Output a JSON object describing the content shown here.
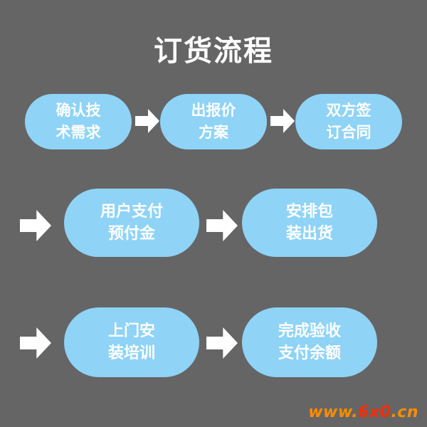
{
  "title": "订货流程",
  "steps": [
    {
      "line1": "确认技",
      "line2": "术需求"
    },
    {
      "line1": "出报价",
      "line2": "方案"
    },
    {
      "line1": "双方签",
      "line2": "订合同"
    },
    {
      "line1": "用户支付",
      "line2": "预付金"
    },
    {
      "line1": "安排包",
      "line2": "装出货"
    },
    {
      "line1": "上门安",
      "line2": "装培训"
    },
    {
      "line1": "完成验收",
      "line2": "支付余额"
    }
  ],
  "watermark": {
    "part1": "www.",
    "part2": "6x0",
    "part3": ".cn"
  },
  "colors": {
    "background": "#656565",
    "step_fill": "#8fd3f7",
    "text": "#ffffff",
    "arrow": "#ffffff",
    "watermark_orange": "#ff8c00",
    "watermark_red": "#ff2a00"
  },
  "icons": {
    "arrow": "right-arrow-icon"
  }
}
